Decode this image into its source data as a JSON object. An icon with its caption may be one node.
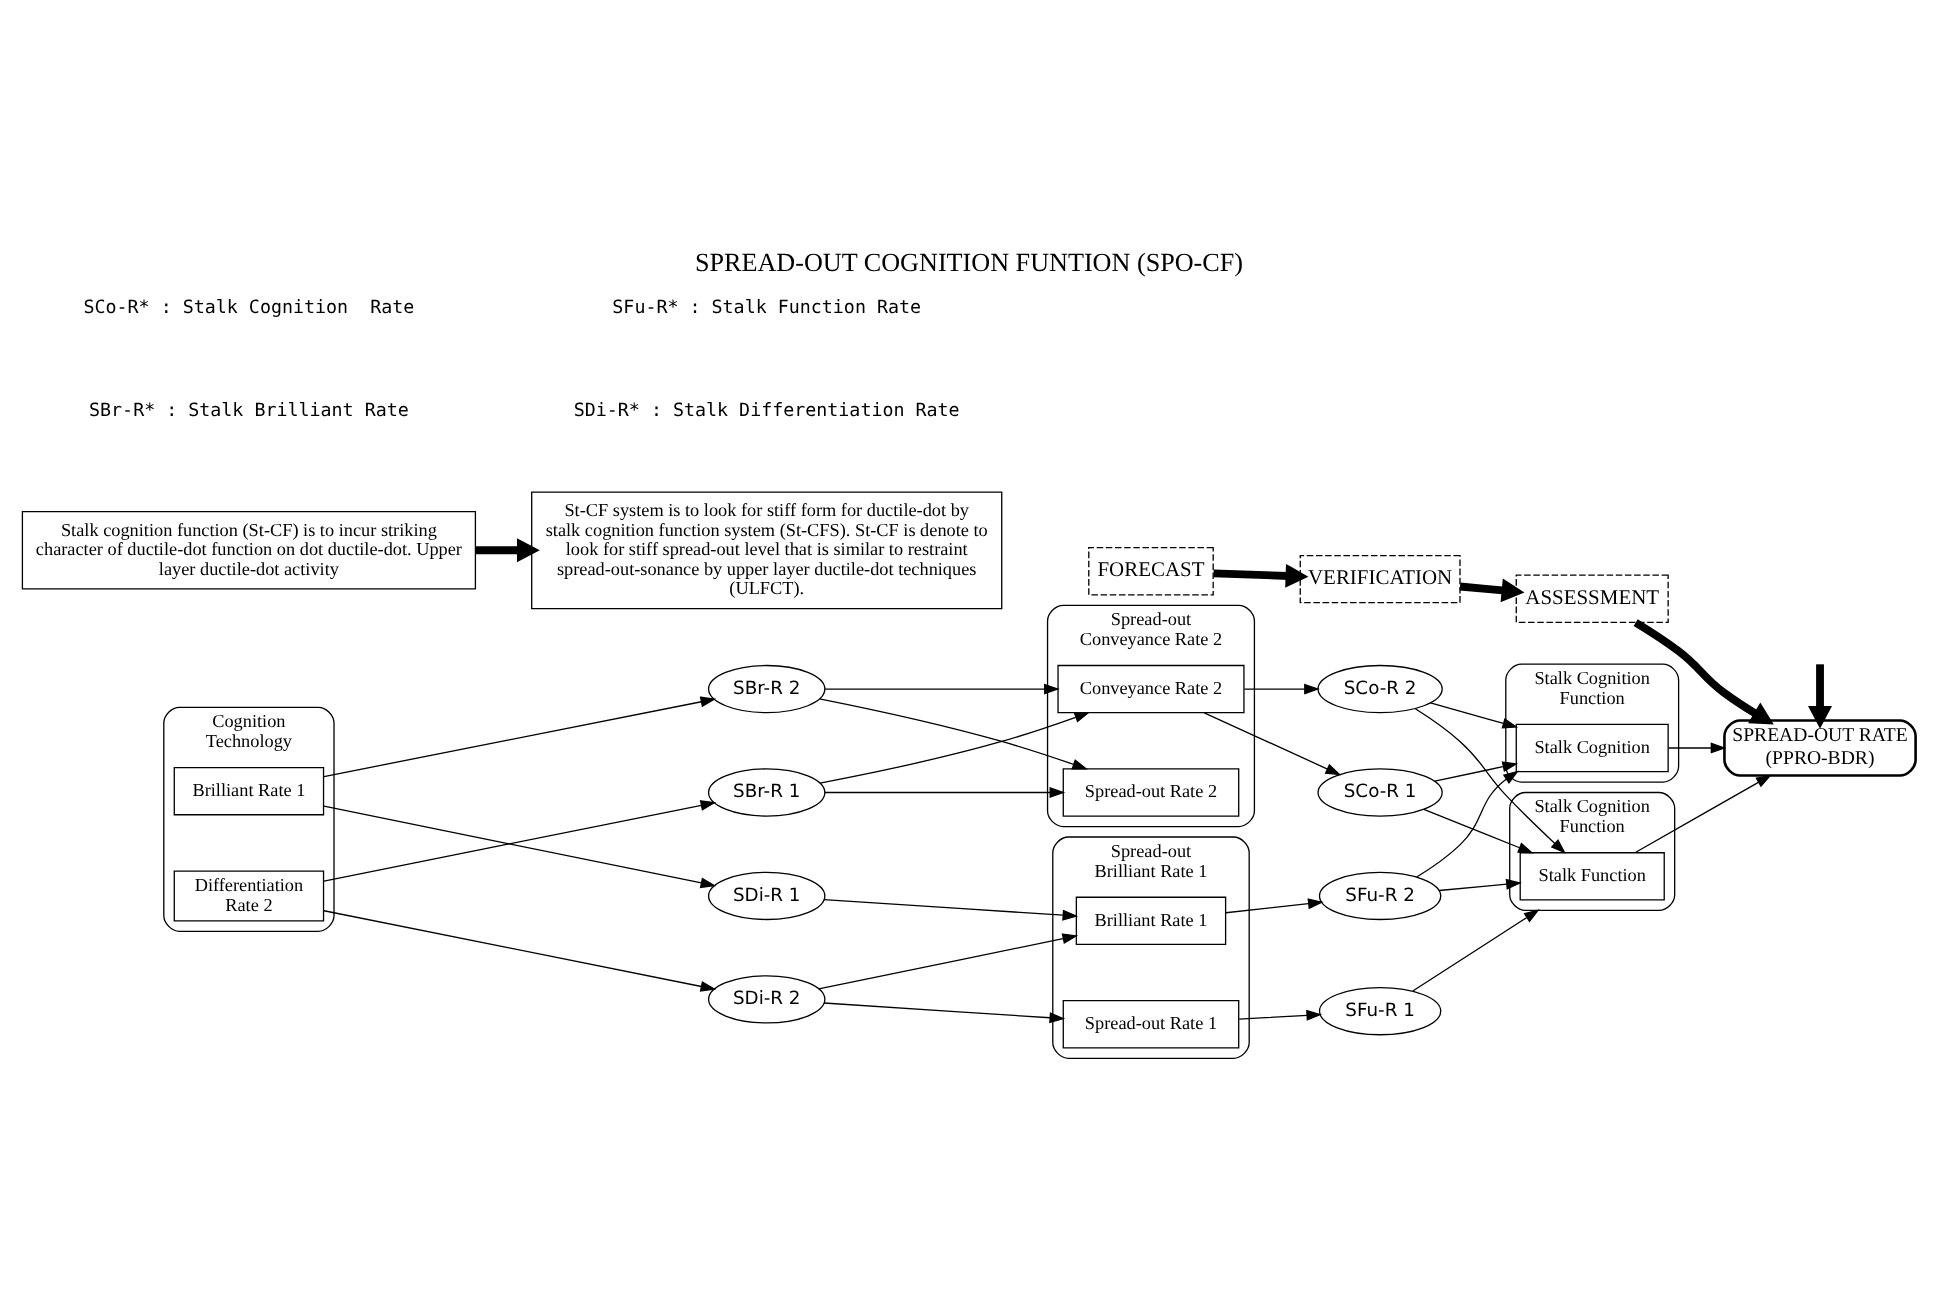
{
  "diagram": {
    "title": "SPREAD-OUT COGNITION FUNTION (SPO-CF)",
    "nodes": [
      {
        "text": [
          "FORECAST"
        ]
      },
      {
        "text": [
          "VERIFICATION"
        ]
      },
      {
        "text": [
          "ASSESSMENT"
        ]
      },
      {
        "text": [
          "Cognition Technology"
        ]
      },
      {
        "text": [
          "Brilliant Rate 1"
        ],
        "in": 3
      },
      {
        "text": [
          "Differentiation Rate 2"
        ],
        "in": 3
      },
      {
        "text": [
          "SBr-R 1"
        ]
      },
      {
        "text": [
          "SBr-R 2"
        ]
      },
      {
        "text": [
          "Spread-out Conveyance Rate 2"
        ]
      },
      {
        "text": [
          "Spread-out Rate 2"
        ],
        "in": 8
      },
      {
        "text": [
          "Conveyance Rate 2"
        ],
        "in": 8
      },
      {
        "text": [
          "SDi-R 1"
        ]
      },
      {
        "text": [
          "SDi-R 2"
        ]
      },
      {
        "text": [
          "Spread-out Brilliant Rate 1"
        ]
      },
      {
        "text": [
          "Spread-out Rate 1"
        ],
        "in": 13
      },
      {
        "text": [
          "Brilliant Rate 1"
        ],
        "in": 13
      },
      {
        "text": [
          "SFu-R 1"
        ]
      },
      {
        "text": [
          "SFu-R 2"
        ]
      },
      {
        "text": [
          "SCo-R 1"
        ]
      },
      {
        "text": [
          "SCo-R 2"
        ]
      },
      {
        "text": [
          "Stalk Cognition Function"
        ]
      },
      {
        "text": [
          "Stalk Function"
        ],
        "in": 20
      },
      {
        "text": [
          "Stalk Cognition Function"
        ]
      },
      {
        "text": [
          "Stalk Cognition"
        ],
        "in": 22
      },
      {
        "text": [
          "SPREAD-OUT RATE (PPRO-BDR)"
        ]
      },
      {
        "text": [
          "Stalk cognition function (St-CF) is to incur striking character of ductile-dot function on dot ductile-dot. Upper layer ductile-dot activity"
        ]
      },
      {
        "text": [
          "St-CF system is to look for stiff form for ductile-dot by stalk cognition function system (St-CFS). St-CF is denote to look for stiff spread-out level that is similar to restraint spread-out-sonance by upper layer ductile-dot techniques (ULFCT)."
        ]
      }
    ],
    "edges": [
      {
        "from": 0,
        "to": 1,
        "arrow": "to",
        "style": "thick"
      },
      {
        "from": 1,
        "to": 2,
        "arrow": "to",
        "style": "thick"
      },
      {
        "from": 2,
        "to": 24,
        "arrow": "to",
        "style": "thick"
      },
      {
        "from": null,
        "to": 24,
        "arrow": "to",
        "style": "thick"
      },
      {
        "from": 25,
        "to": 26,
        "arrow": "to",
        "style": "thick"
      },
      {
        "from": 4,
        "to": 11,
        "arrow": "to"
      },
      {
        "from": 4,
        "to": 7,
        "arrow": "to"
      },
      {
        "from": 5,
        "to": 6,
        "arrow": "to"
      },
      {
        "from": 5,
        "to": 12,
        "arrow": "to"
      },
      {
        "from": 6,
        "to": 9,
        "arrow": "to"
      },
      {
        "from": 6,
        "to": 10,
        "arrow": "to"
      },
      {
        "from": 7,
        "to": 9,
        "arrow": "to"
      },
      {
        "from": 7,
        "to": 10,
        "arrow": "to"
      },
      {
        "from": 11,
        "to": 15,
        "arrow": "to"
      },
      {
        "from": 12,
        "to": 15,
        "arrow": "to"
      },
      {
        "from": 12,
        "to": 14,
        "arrow": "to"
      },
      {
        "from": 14,
        "to": 16,
        "arrow": "to"
      },
      {
        "from": 15,
        "to": 17,
        "arrow": "to"
      },
      {
        "from": 16,
        "to": 20,
        "arrow": "to"
      },
      {
        "from": 17,
        "to": 21,
        "arrow": "to"
      },
      {
        "from": 17,
        "to": 23,
        "arrow": "to"
      },
      {
        "from": 10,
        "to": 18,
        "arrow": "to"
      },
      {
        "from": 10,
        "to": 19,
        "arrow": "to"
      },
      {
        "from": 18,
        "to": 21,
        "arrow": "to"
      },
      {
        "from": 18,
        "to": 23,
        "arrow": "to"
      },
      {
        "from": 19,
        "to": 21,
        "arrow": "to"
      },
      {
        "from": 19,
        "to": 23,
        "arrow": "to"
      },
      {
        "from": 21,
        "to": 24,
        "arrow": "to"
      },
      {
        "from": 23,
        "to": 24,
        "arrow": "to"
      }
    ],
    "labels": [
      "SBr-R* : Stalk Brilliant Rate",
      "SCo-R* : Stalk Cognition  Rate",
      "SDi-R* : Stalk Differentiation Rate",
      "SFu-R* : Stalk Function Rate"
    ]
  }
}
